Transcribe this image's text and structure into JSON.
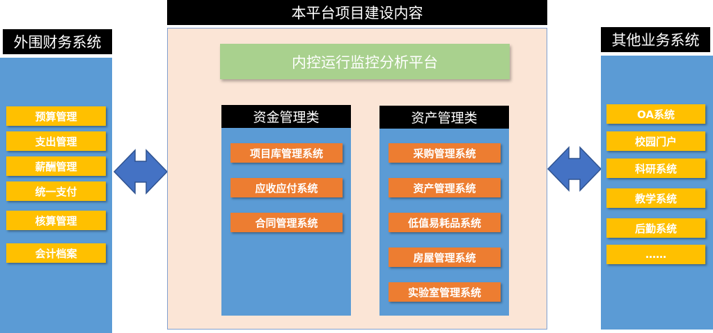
{
  "platform_title": "本平台项目建设内容",
  "control_platform": "内控运行监控分析平台",
  "left": {
    "title": "外围财务系统",
    "items": [
      "预算管理",
      "支出管理",
      "薪酬管理",
      "统一支付",
      "核算管理",
      "会计档案"
    ]
  },
  "right": {
    "title": "其他业务系统",
    "items": [
      "OA系统",
      "校园门户",
      "科研系统",
      "教学系统",
      "后勤系统",
      "……"
    ]
  },
  "funds": {
    "title": "资金管理类",
    "items": [
      "项目库管理系统",
      "应收应付系统",
      "合同管理系统"
    ]
  },
  "assets": {
    "title": "资产管理类",
    "items": [
      "采购管理系统",
      "资产管理系统",
      "低值易耗品系统",
      "房屋管理系统",
      "实验室管理系统"
    ]
  },
  "colors": {
    "blue": "#5b9bd5",
    "yellow": "#ffc000",
    "orange": "#ed7d31",
    "green": "#a9d18e",
    "peach": "#fbe5d6",
    "arrow": "#4472c4"
  }
}
